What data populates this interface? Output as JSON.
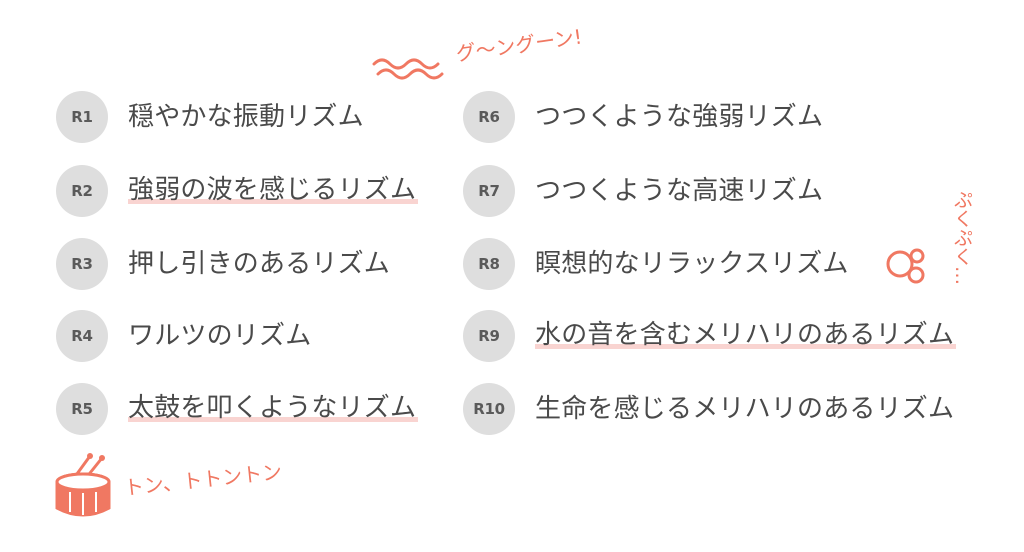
{
  "rhythms": [
    {
      "badge": "R1",
      "label": "穏やかな振動リズム",
      "highlight": false
    },
    {
      "badge": "R2",
      "label": "強弱の波を感じるリズム",
      "highlight": true
    },
    {
      "badge": "R3",
      "label": "押し引きのあるリズム",
      "highlight": false
    },
    {
      "badge": "R4",
      "label": "ワルツのリズム",
      "highlight": false
    },
    {
      "badge": "R5",
      "label": "太鼓を叩くようなリズム",
      "highlight": true
    },
    {
      "badge": "R6",
      "label": "つつくような強弱リズム",
      "highlight": false
    },
    {
      "badge": "R7",
      "label": "つつくような高速リズム",
      "highlight": false
    },
    {
      "badge": "R8",
      "label": "瞑想的なリラックスリズム",
      "highlight": false
    },
    {
      "badge": "R9",
      "label": "水の音を含むメリハリのあるリズム",
      "highlight": true
    },
    {
      "badge": "R10",
      "label": "生命を感じるメリハリのあるリズム",
      "highlight": false
    }
  ],
  "decorations": {
    "wave_text": "グ〜ングーン!",
    "drum_text": "トン、トトントン",
    "bubble_text": "ぷくぷく…",
    "wave_icon": "wave-icon",
    "drum_icon": "drum-icon",
    "bubble_icon": "bubbles-icon",
    "accent_color": "#f07862",
    "highlight_color": "#f9d4d1",
    "badge_color": "#dedede"
  }
}
